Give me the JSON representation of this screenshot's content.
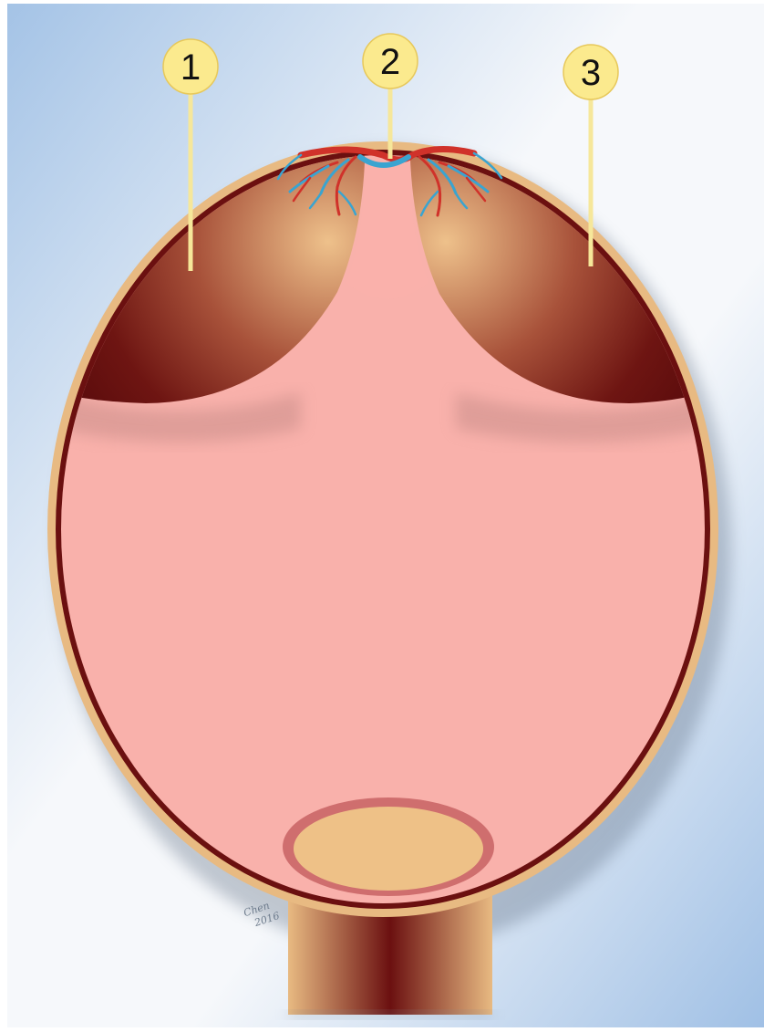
{
  "callouts": [
    {
      "id": "1",
      "text": "1"
    },
    {
      "id": "2",
      "text": "2"
    },
    {
      "id": "3",
      "text": "3"
    }
  ],
  "signature": {
    "line1": "Chen",
    "line2": "2016"
  },
  "colors": {
    "background_blue": "#a4c3e6",
    "background_light": "#f6f8fb",
    "shell": "#e8ba82",
    "rim": "#6b1010",
    "cavity": "#f9b1ab",
    "lobe_light": "#eab987",
    "lobe_dark": "#6b1010",
    "callout_fill": "#fbea8e",
    "callout_line": "#f6e79a",
    "vessel_red": "#d0322a",
    "vessel_blue": "#3aa4d0"
  }
}
